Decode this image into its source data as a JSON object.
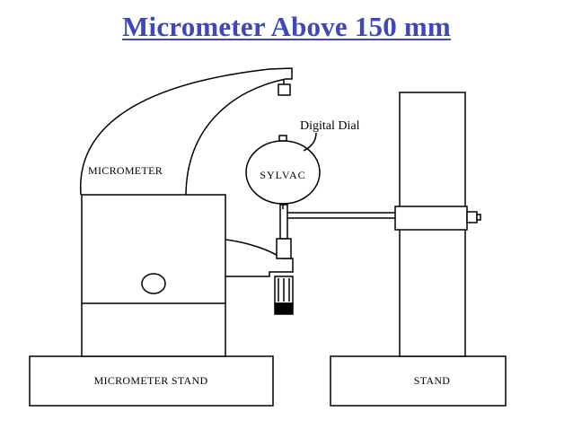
{
  "title": "Micrometer Above 150 mm",
  "labels": {
    "micrometer": "MICROMETER",
    "digital_dial": "Digital Dial",
    "sylvac": "SYLVAC",
    "micrometer_stand": "MICROMETER STAND",
    "stand": "STAND"
  },
  "colors": {
    "title": "#3f48b8",
    "line": "#000000",
    "background": "#ffffff"
  }
}
